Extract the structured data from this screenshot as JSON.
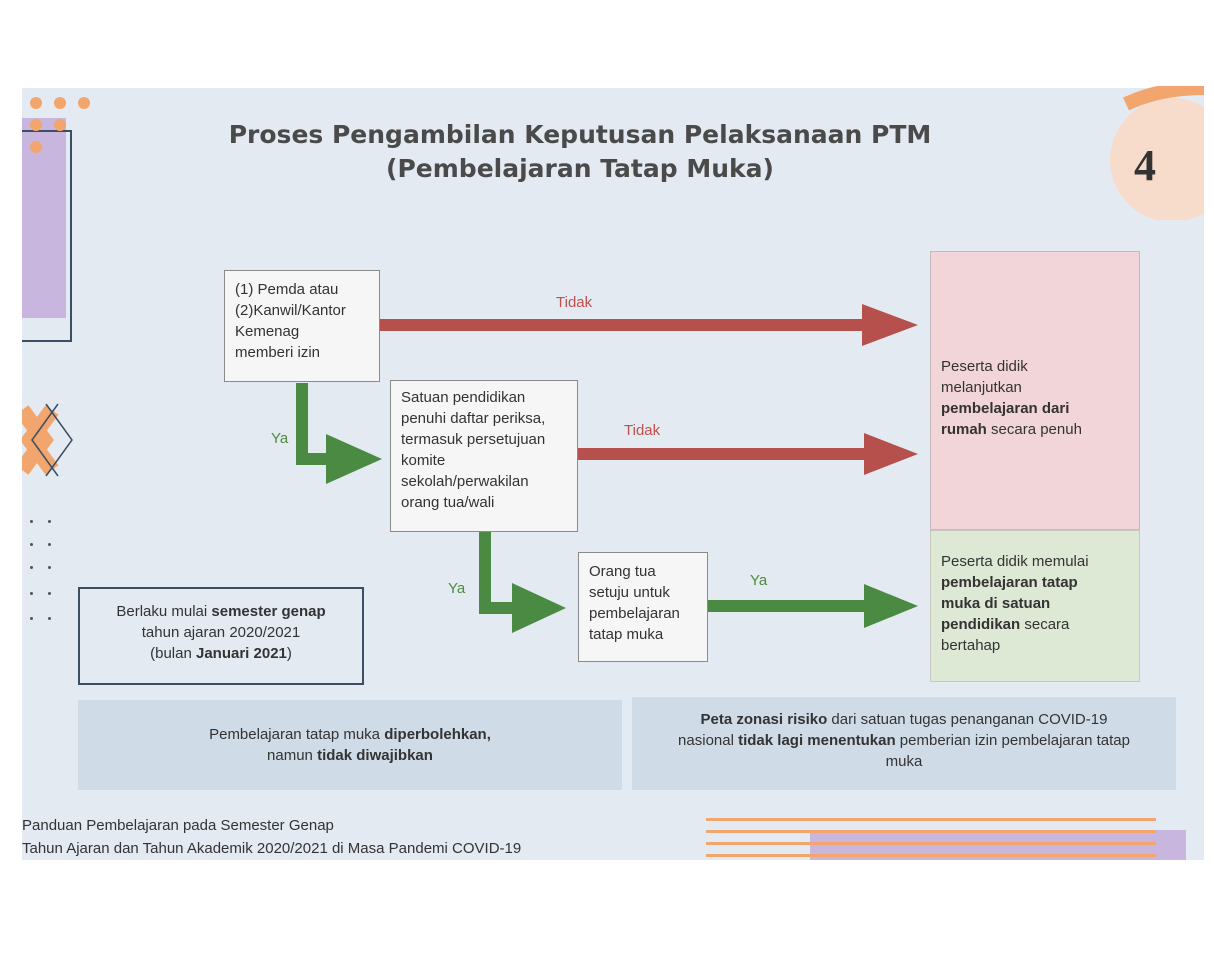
{
  "title": {
    "line1": "Proses Pengambilan Keputusan Pelaksanaan PTM",
    "line2": "(Pembelajaran Tatap Muka)"
  },
  "page_number": "4",
  "steps": {
    "step1": [
      "(1) Pemda atau",
      "(2)Kanwil/Kantor",
      "Kemenag",
      "memberi izin"
    ],
    "step2": [
      "Satuan pendidikan",
      "penuhi daftar periksa,",
      "termasuk persetujuan",
      "komite",
      "sekolah/perwakilan",
      "orang tua/wali"
    ],
    "step3": [
      "Orang tua",
      "setuju untuk",
      "pembelajaran",
      "tatap muka"
    ]
  },
  "arrow_labels": {
    "no1": "Tidak",
    "no2": "Tidak",
    "yes1": "Ya",
    "yes2": "Ya",
    "yes3": "Ya"
  },
  "outcomes": {
    "home": {
      "l1": "Peserta didik",
      "l2": "melanjutkan",
      "l3_bold": "pembelajaran dari",
      "l4_bold": "rumah",
      "l4_rest": " secara penuh"
    },
    "school": {
      "l1": "Peserta didik memulai",
      "l2_bold": "pembelajaran tatap",
      "l3_bold": "muka di satuan",
      "l4_bold": "pendidikan",
      "l4_rest": " secara",
      "l5": "bertahap"
    }
  },
  "note": {
    "l1_pre": "Berlaku mulai ",
    "l1_bold": "semester genap",
    "l2": "tahun ajaran 2020/2021",
    "l3_pre": "(bulan ",
    "l3_bold": "Januari 2021",
    "l3_post": ")"
  },
  "banner_left": {
    "l1_pre": "Pembelajaran tatap muka ",
    "l1_bold": "diperbolehkan,",
    "l2_pre": "namun ",
    "l2_bold": "tidak diwajibkan"
  },
  "banner_right": {
    "l1_bold": "Peta zonasi risiko",
    "l1_rest": " dari satuan tugas penanganan COVID-19",
    "l2_pre": "nasional ",
    "l2_bold": "tidak lagi menentukan",
    "l2_rest": " pemberian izin pembelajaran tatap",
    "l3": "muka"
  },
  "footer": {
    "line1": "Panduan Pembelajaran pada Semester Genap",
    "line2": "Tahun Ajaran dan Tahun Akademik 2020/2021 di Masa Pandemi COVID-19"
  },
  "colors": {
    "slide_bg": "#e3eaf1",
    "no_arrow": "#b5504d",
    "yes_arrow": "#4a8a43",
    "home_outcome_bg": "#f2d5d8",
    "school_outcome_bg": "#dde8d5",
    "banner_bg": "#cfdce8",
    "accent_orange": "#f2a56c",
    "accent_purple": "#c9b6de"
  }
}
